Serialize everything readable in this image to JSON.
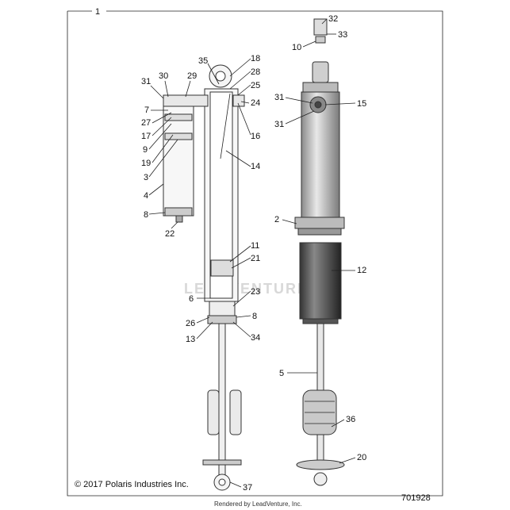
{
  "copyright": "© 2017 Polaris Industries Inc.",
  "drawing_number": "701928",
  "rendered_by": "Rendered by LeadVenture, Inc.",
  "watermark": "LEADVENTURE",
  "callouts": {
    "c1": "1",
    "c2": "2",
    "c3": "3",
    "c4": "4",
    "c5": "5",
    "c6": "6",
    "c7": "7",
    "c8a": "8",
    "c8b": "8",
    "c9": "9",
    "c10": "10",
    "c11": "11",
    "c12": "12",
    "c13": "13",
    "c14": "14",
    "c15": "15",
    "c16": "16",
    "c17": "17",
    "c18": "18",
    "c19": "19",
    "c20": "20",
    "c21": "21",
    "c22": "22",
    "c23": "23",
    "c24": "24",
    "c25": "25",
    "c26": "26",
    "c27": "27",
    "c28": "28",
    "c29": "29",
    "c30": "30",
    "c31a": "31",
    "c31b": "31",
    "c31c": "31",
    "c32": "32",
    "c33": "33",
    "c34": "34",
    "c35": "35",
    "c36": "36",
    "c37": "37"
  }
}
